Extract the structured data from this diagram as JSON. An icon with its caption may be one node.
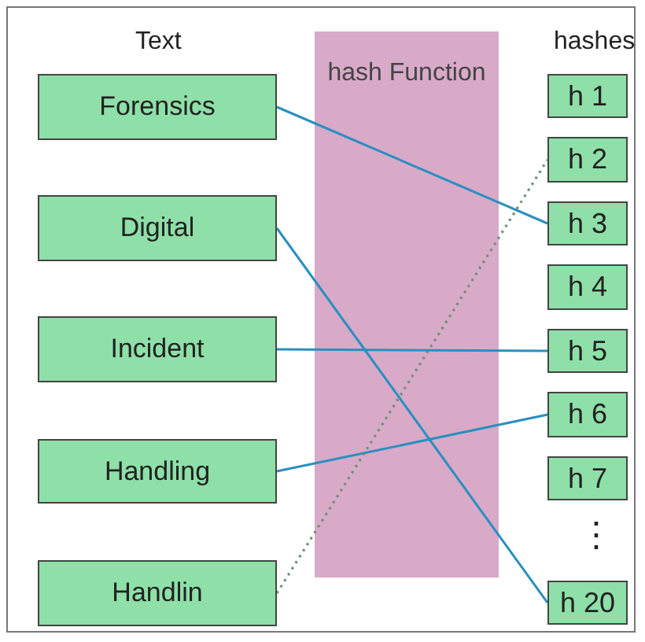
{
  "diagram": {
    "nodes": [
      {
        "text": [
          "Forensics"
        ]
      },
      {
        "text": [
          "Digital"
        ]
      },
      {
        "text": [
          "Incident"
        ]
      },
      {
        "text": [
          "Handling"
        ]
      },
      {
        "text": [
          "Handlin"
        ]
      },
      {
        "text": [
          "hash Function"
        ]
      },
      {
        "text": [
          "h 1"
        ]
      },
      {
        "text": [
          "h 2"
        ]
      },
      {
        "text": [
          "h 3"
        ]
      },
      {
        "text": [
          "h 4"
        ]
      },
      {
        "text": [
          "h 5"
        ]
      },
      {
        "text": [
          "h 6"
        ]
      },
      {
        "text": [
          "h 7"
        ]
      },
      {
        "text": [
          "h 20"
        ]
      }
    ],
    "edges": [
      {
        "from": 0,
        "to": 8,
        "arrow": "none"
      },
      {
        "from": 1,
        "to": 13,
        "arrow": "none"
      },
      {
        "from": 2,
        "to": 10,
        "arrow": "none"
      },
      {
        "from": 3,
        "to": 11,
        "arrow": "none"
      },
      {
        "from": 4,
        "to": 7,
        "arrow": "none",
        "style": "dashed",
        "color": "#6f8f78"
      }
    ],
    "labels": [
      "Text",
      "hashes",
      "⋮"
    ]
  }
}
